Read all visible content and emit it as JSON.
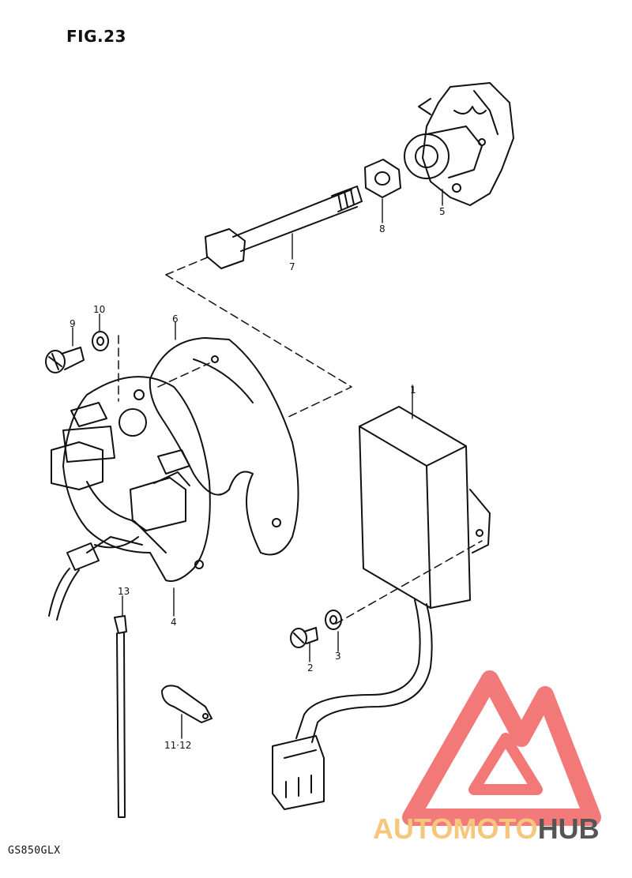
{
  "figure": {
    "title": "FIG.23",
    "model": "GS850GLX"
  },
  "callouts": {
    "c1": "1",
    "c2": "2",
    "c3": "3",
    "c4": "4",
    "c5": "5",
    "c6": "6",
    "c7": "7",
    "c8": "8",
    "c9": "9",
    "c10": "10",
    "c11_12": "11·12",
    "c13": "13"
  },
  "watermark": {
    "part1": "AUTO",
    "part2": "MOTO",
    "part3": "HUB",
    "color_auto": "#f6c67d",
    "color_hub": "#555555",
    "color_logo": "#f26b6b"
  }
}
